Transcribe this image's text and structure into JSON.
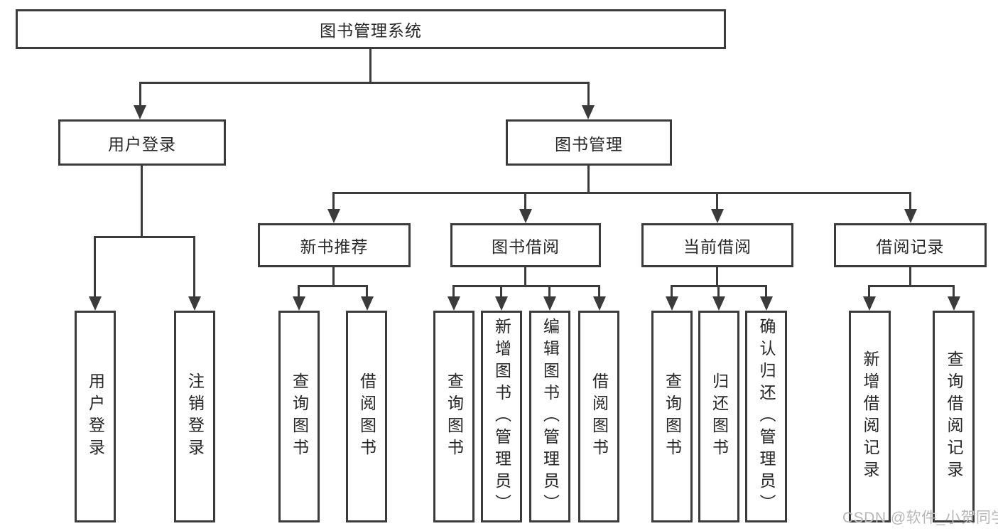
{
  "tree": {
    "label": "图书管理系统",
    "children": [
      {
        "label": "用户登录",
        "children": [
          {
            "label": "用户登录"
          },
          {
            "label": "注销登录"
          }
        ]
      },
      {
        "label": "图书管理",
        "children": [
          {
            "label": "新书推荐",
            "children": [
              {
                "label": "查询图书"
              },
              {
                "label": "借阅图书"
              }
            ]
          },
          {
            "label": "图书借阅",
            "children": [
              {
                "label": "查询图书"
              },
              {
                "label": "新增图书（管理员）"
              },
              {
                "label": "编辑图书（管理员）"
              },
              {
                "label": "借阅图书"
              }
            ]
          },
          {
            "label": "当前借阅",
            "children": [
              {
                "label": "查询图书"
              },
              {
                "label": "归还图书"
              },
              {
                "label": "确认归还（管理员）"
              }
            ]
          },
          {
            "label": "借阅记录",
            "children": [
              {
                "label": "新增借阅记录"
              },
              {
                "label": "查询借阅记录"
              }
            ]
          }
        ]
      }
    ]
  },
  "watermark": {
    "text": "CSDN @软件_小贺同学"
  },
  "colors": {
    "line": "#3b3b3b",
    "text": "#262626",
    "background": "#ffffff",
    "watermark": "#b7b7b7"
  }
}
